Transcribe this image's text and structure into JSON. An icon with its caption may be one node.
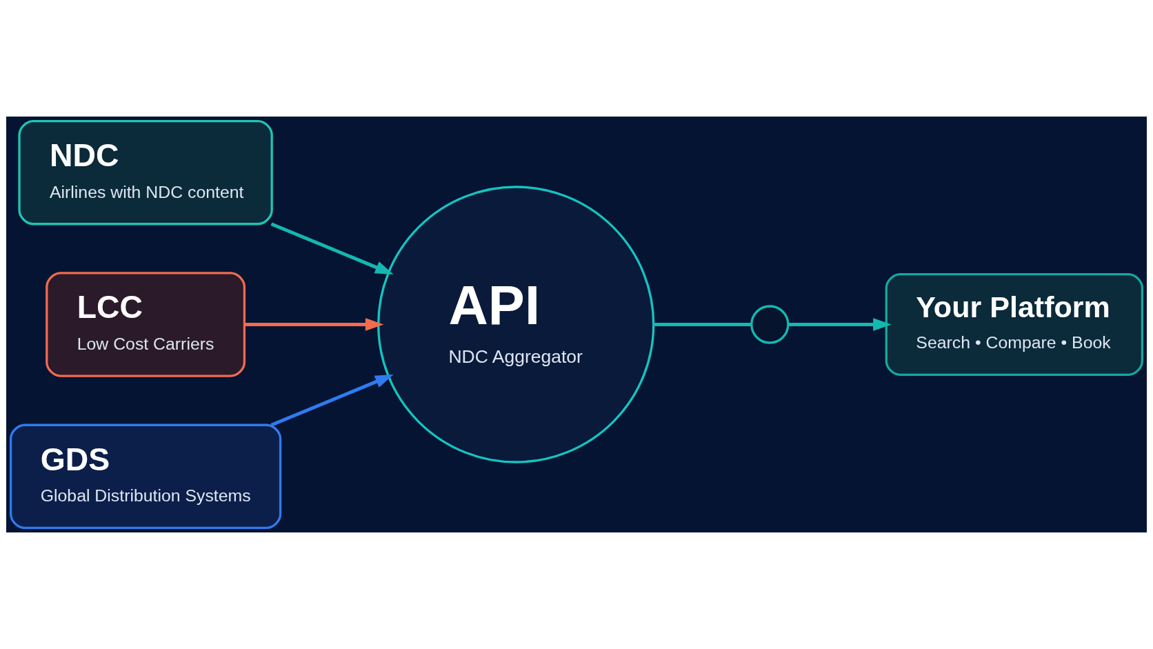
{
  "diagram": {
    "nodes": [
      {
        "text": [
          "NDC",
          "Airlines with NDC content"
        ]
      },
      {
        "text": [
          "LCC",
          "Low Cost Carriers"
        ]
      },
      {
        "text": [
          "GDS",
          "Global Distribution Systems"
        ]
      },
      {
        "text": [
          "API",
          "NDC Aggregator"
        ]
      },
      {
        "text": [
          "Your Platform",
          "Search • Compare • Book"
        ]
      },
      {
        "text": [],
        "shape": "circle"
      }
    ],
    "edges": [
      {
        "from": 0,
        "to": 3,
        "arrow": "to"
      },
      {
        "from": 1,
        "to": 3,
        "arrow": "to",
        "color": "#f26b4f"
      },
      {
        "from": 2,
        "to": 3,
        "arrow": "to",
        "color": "#2f7bf0"
      },
      {
        "from": 3,
        "to": 5,
        "arrow": "none"
      },
      {
        "from": 5,
        "to": 4,
        "arrow": "to"
      }
    ]
  }
}
